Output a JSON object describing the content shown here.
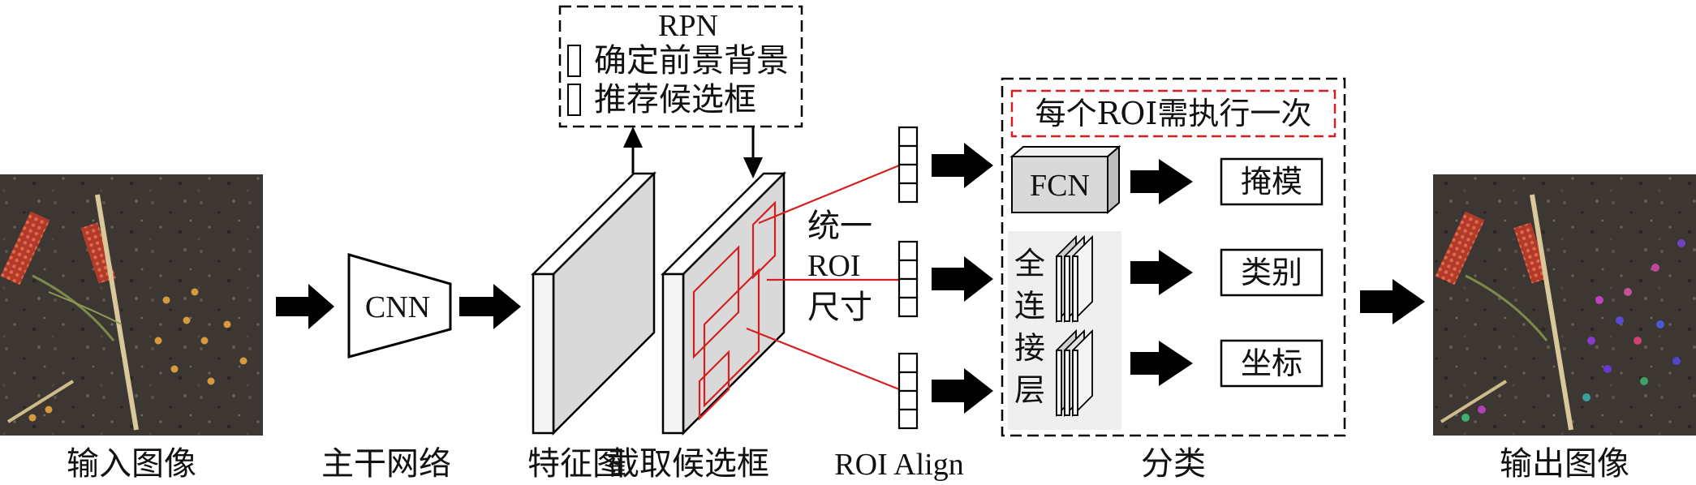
{
  "rpn": {
    "title": "RPN",
    "items": [
      "确定前景背景",
      "推荐候选框"
    ]
  },
  "stages": {
    "input_caption": "输入图像",
    "cnn_label": "CNN",
    "backbone_caption": "主干网络",
    "feature_caption": "特征图",
    "crop_caption": "截取候选框",
    "align_text": [
      "统一",
      "ROI",
      "尺寸"
    ],
    "align_caption": "ROI Align",
    "classify_caption": "分类",
    "output_caption": "输出图像"
  },
  "classifier": {
    "per_roi_note": "每个ROI需执行一次",
    "fcn_label": "FCN",
    "fc_layers_chars": [
      "全",
      "连",
      "接",
      "层"
    ],
    "outputs": [
      "掩模",
      "类别",
      "坐标"
    ]
  },
  "colors": {
    "accent_red": "#d42020",
    "soil_dark": "#3a3430",
    "panel_gray": "#d9d9d9",
    "fc_panel": "#efefef"
  }
}
